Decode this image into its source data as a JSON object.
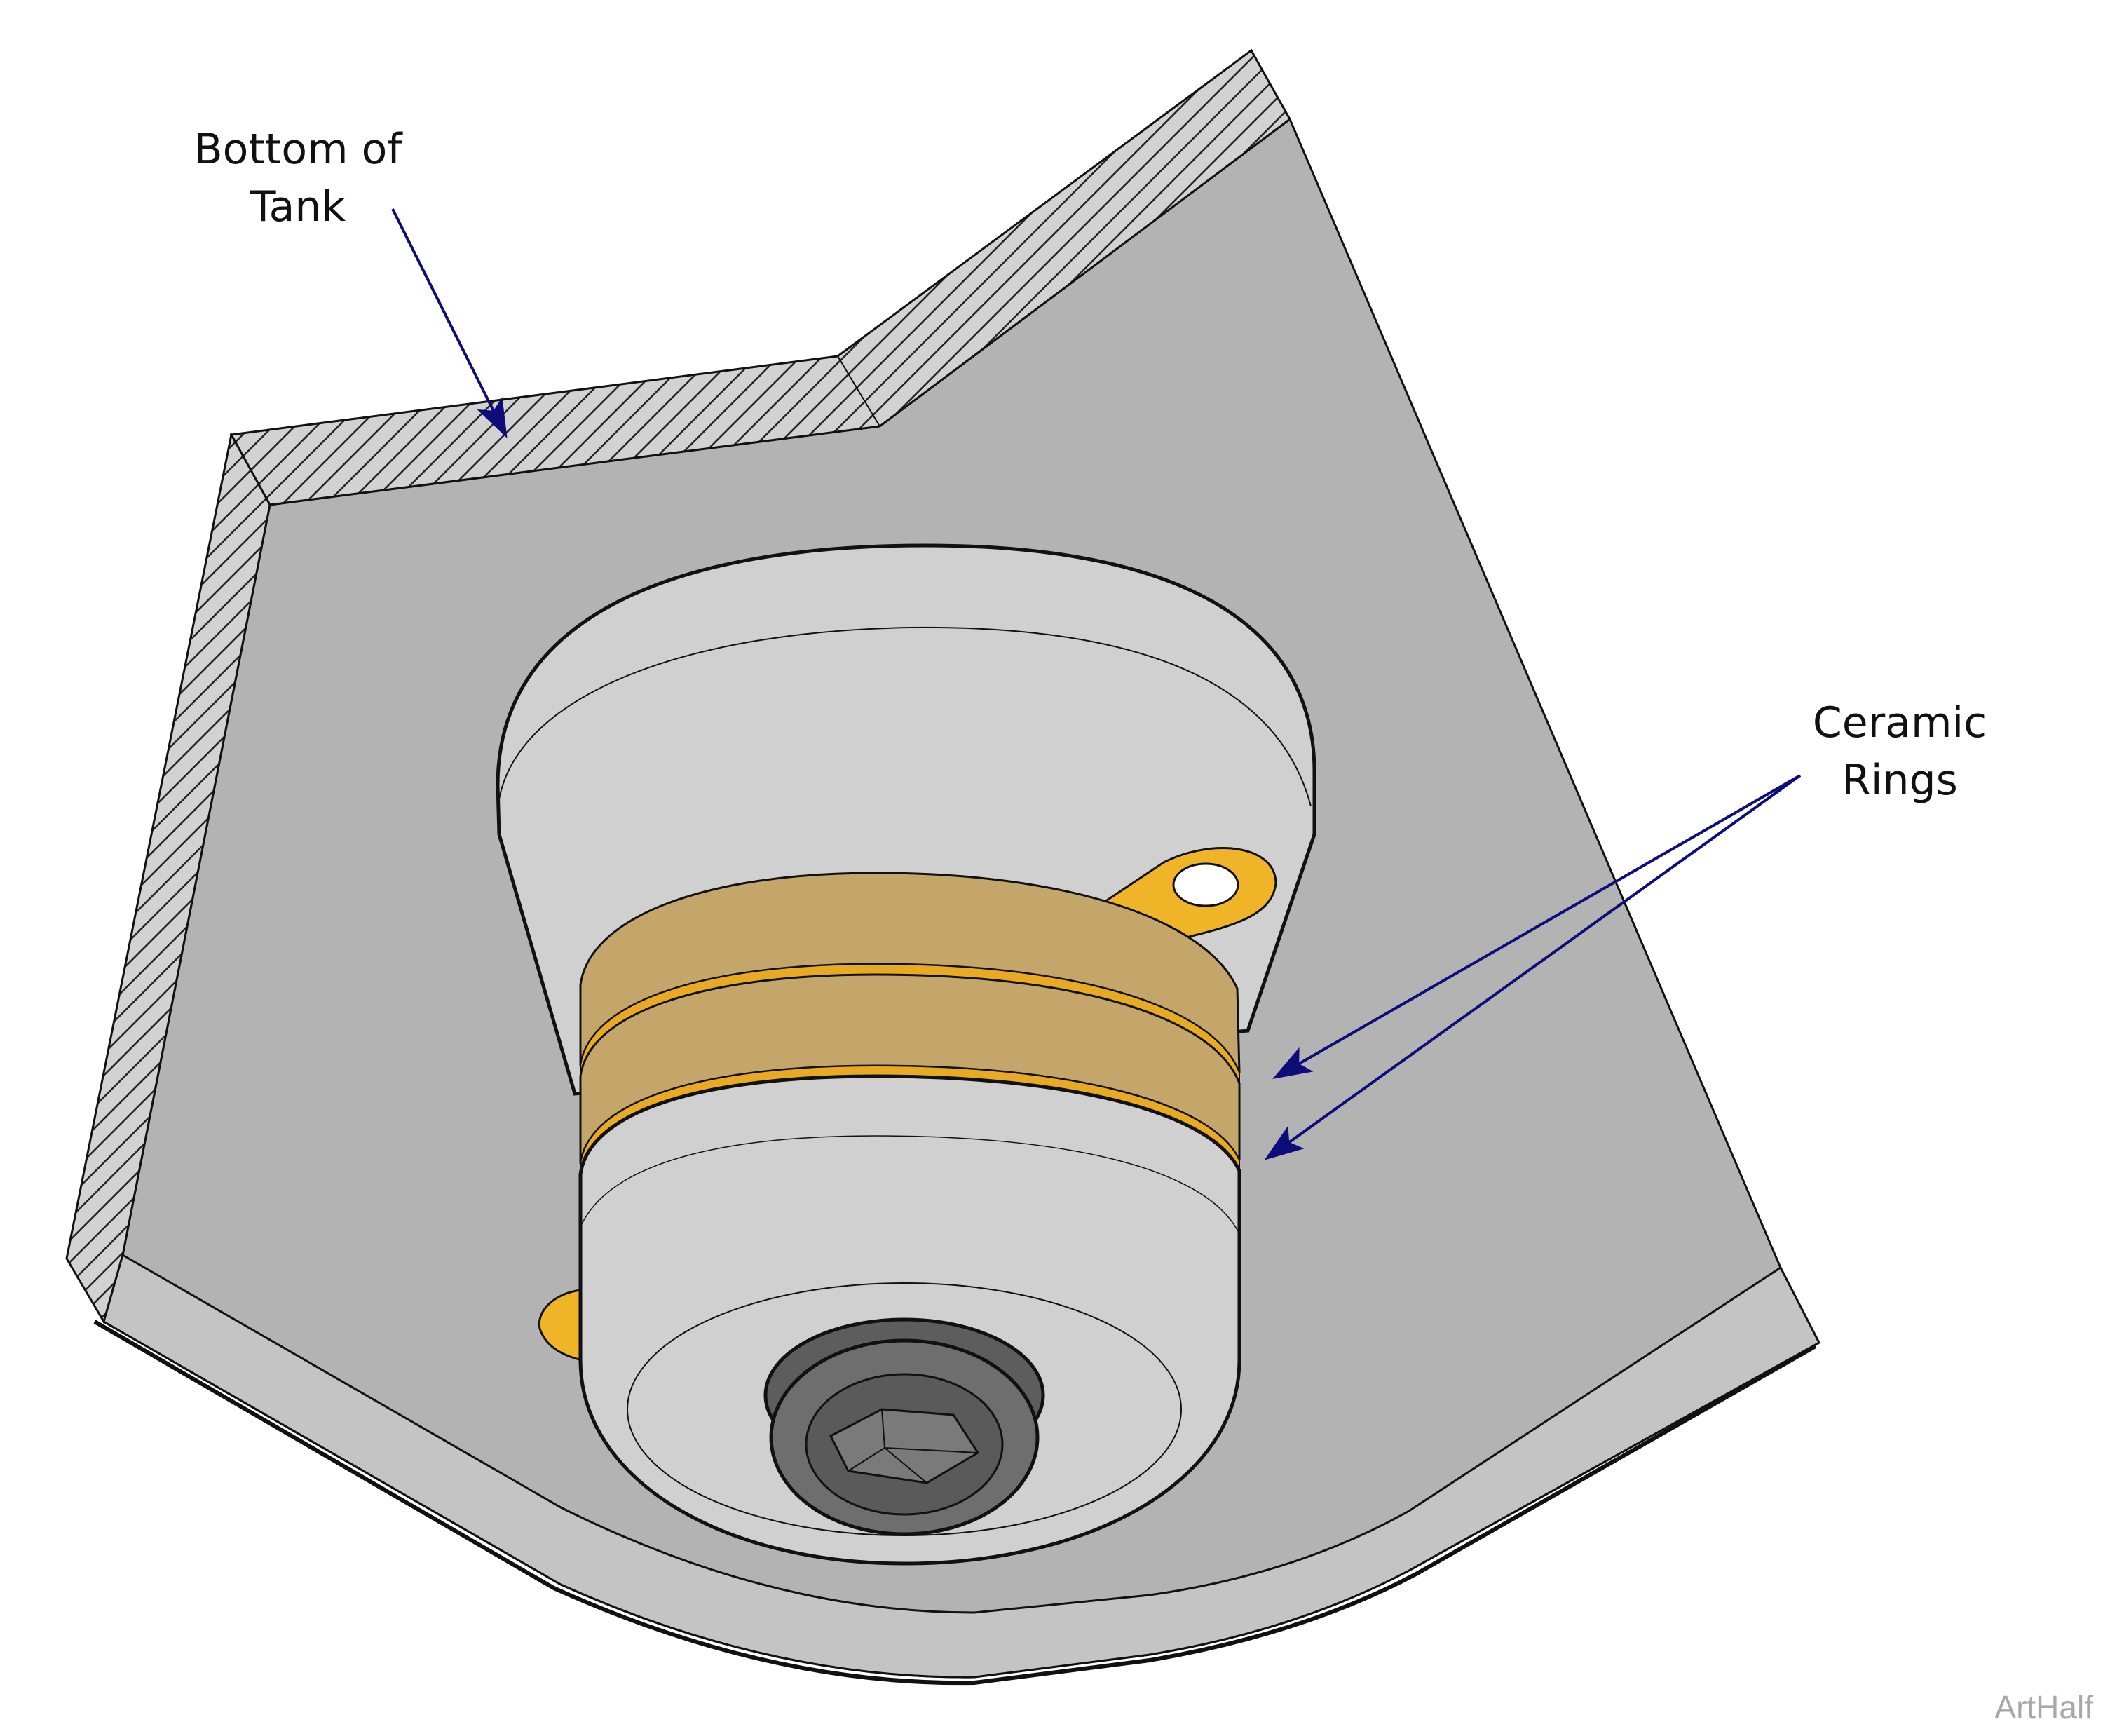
{
  "labels": {
    "bottom_of_tank": "Bottom of\nTank",
    "ceramic_rings": "Ceramic\nRings"
  },
  "watermark": "ArtHalf",
  "colors": {
    "plate_face": "#b3b3b3",
    "plate_rim": "#c4c4c4",
    "transducer_body": "#d0d0d0",
    "ceramic_ring": "#c4a66b",
    "ring_edge": "#e8aa22",
    "terminal_tab": "#f0b429",
    "bolt_head": "#6e6e6e",
    "arrow": "#0d0d7a",
    "outline": "#111111"
  },
  "icons": [
    "hex-socket-bolt-icon",
    "terminal-tab-icon"
  ]
}
